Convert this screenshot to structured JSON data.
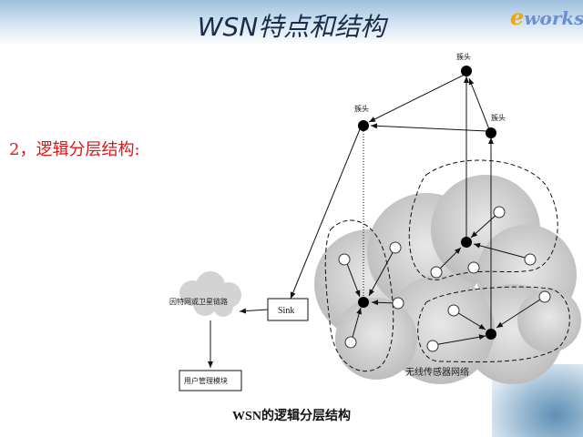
{
  "header": {
    "title": "WSN特点和结构",
    "logo_e": "e",
    "logo_rest": "works"
  },
  "slide": {
    "subtitle": "2，逻辑分层结构:",
    "caption": "WSN的逻辑分层结构"
  },
  "diagram": {
    "cluster_head_label": "簇头",
    "sink_label": "Sink",
    "internet_label": "因特网或卫星链路",
    "user_label": "用户管理模块",
    "network_label": "无线传感器网络"
  },
  "colors": {
    "subtitle": "#e01515",
    "title": "#1b2b4a",
    "cloud": "#c8c8c8"
  }
}
